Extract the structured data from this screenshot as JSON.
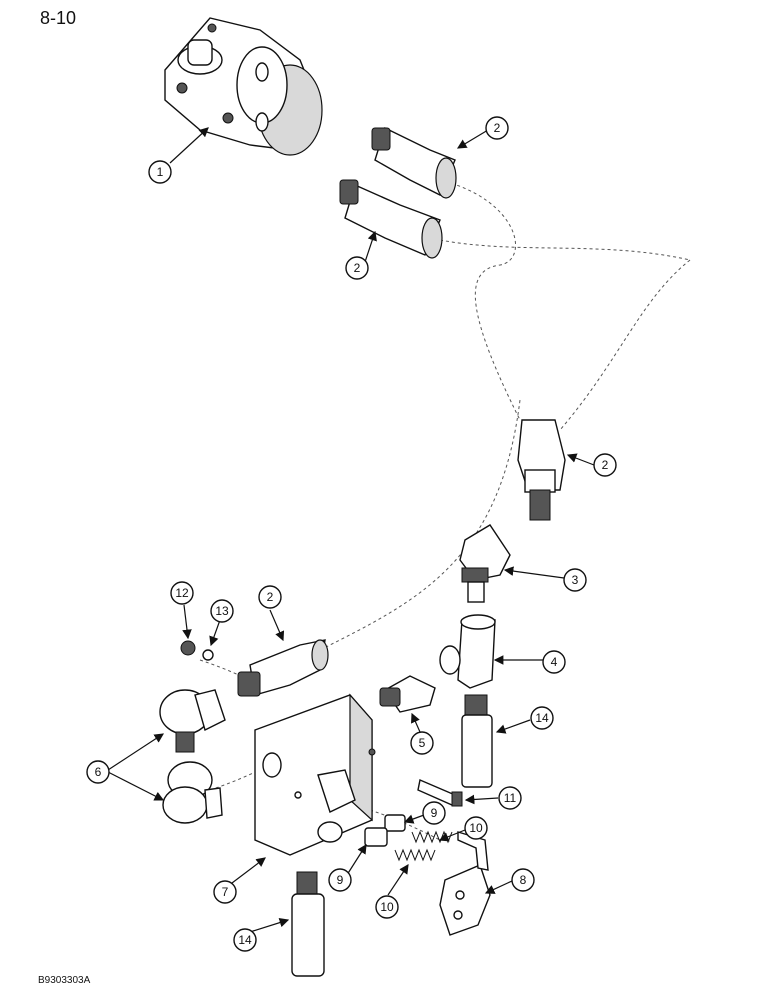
{
  "page_number": "8-10",
  "figure_code": "B9303303A",
  "callouts": [
    "1",
    "2",
    "2",
    "2",
    "2",
    "3",
    "4",
    "5",
    "6",
    "7",
    "8",
    "9",
    "9",
    "10",
    "10",
    "11",
    "12",
    "13",
    "14",
    "14"
  ]
}
